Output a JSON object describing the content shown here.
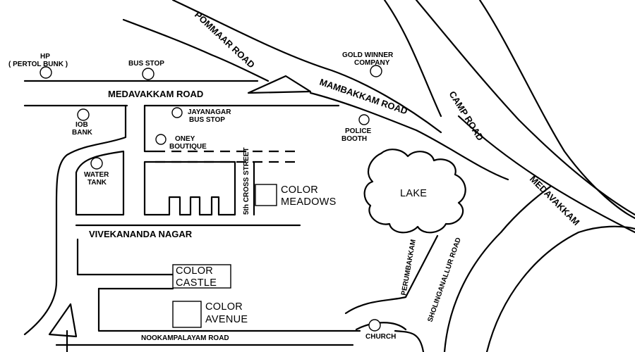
{
  "roads": {
    "pommaar": "POMMAAR ROAD",
    "medavakkam_road": "MEDAVAKKAM ROAD",
    "mambakkam": "MAMBAKKAM ROAD",
    "camp": "CAMP ROAD",
    "medavakkam": "MEDAVAKKAM",
    "fifth_cross": "5th CROSS STREET",
    "vivekananda": "VIVEKANANDA NAGAR",
    "nookampalayam": "NOOKAMPALAYAM ROAD",
    "perumbakkam": "PERUMBAKKAM",
    "sholinganallur": "SHOLINGANALLUR  ROAD"
  },
  "landmarks": {
    "hp_line1": "HP",
    "hp_line2": "( PERTOL BUNK )",
    "bus_stop": "BUS STOP",
    "gold_line1": "GOLD WINNER",
    "gold_line2": "COMPANY",
    "iob_line1": "IOB",
    "iob_line2": "BANK",
    "jayanagar_line1": "JAYANAGAR",
    "jayanagar_line2": "BUS STOP",
    "oney_line1": "ONEY",
    "oney_line2": "BOUTIQUE",
    "police_line1": "POLICE",
    "police_line2": "BOOTH",
    "water_line1": "WATER",
    "water_line2": "TANK",
    "church": "CHURCH"
  },
  "features": {
    "lake": "LAKE",
    "meadows_line1": "COLOR",
    "meadows_line2": "MEADOWS",
    "castle_line1": "COLOR",
    "castle_line2": "CASTLE",
    "avenue_line1": "COLOR",
    "avenue_line2": "AVENUE"
  }
}
